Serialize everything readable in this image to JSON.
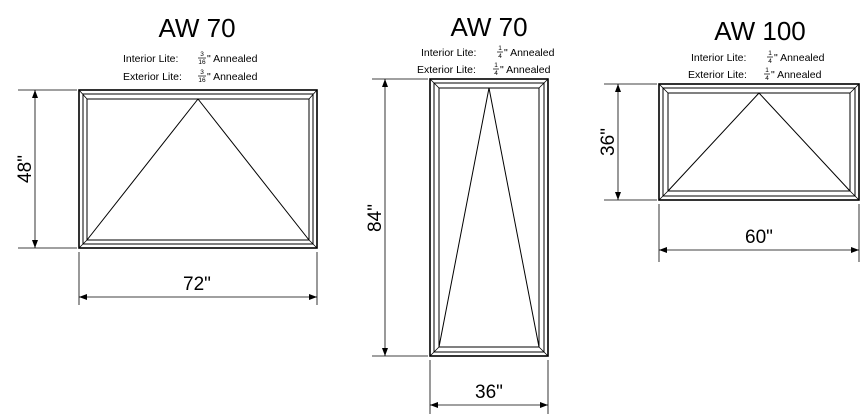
{
  "windows": [
    {
      "title": "AW 70",
      "interior_label": "Interior Lite:",
      "interior_num": "3",
      "interior_den": "16",
      "interior_suffix": "\" Annealed",
      "exterior_label": "Exterior Lite:",
      "exterior_num": "3",
      "exterior_den": "16",
      "exterior_suffix": "\" Annealed",
      "height_label": "48\"",
      "width_label": "72\""
    },
    {
      "title": "AW 70",
      "interior_label": "Interior Lite:",
      "interior_num": "1",
      "interior_den": "4",
      "interior_suffix": "\" Annealed",
      "exterior_label": "Exterior Lite:",
      "exterior_num": "1",
      "exterior_den": "4",
      "exterior_suffix": "\" Annealed",
      "height_label": "84\"",
      "width_label": "36\""
    },
    {
      "title": "AW 100",
      "interior_label": "Interior Lite:",
      "interior_num": "1",
      "interior_den": "4",
      "interior_suffix": "\" Annealed",
      "exterior_label": "Exterior Lite:",
      "exterior_num": "1",
      "exterior_den": "4",
      "exterior_suffix": "\" Annealed",
      "height_label": "36\"",
      "width_label": "60\""
    }
  ]
}
